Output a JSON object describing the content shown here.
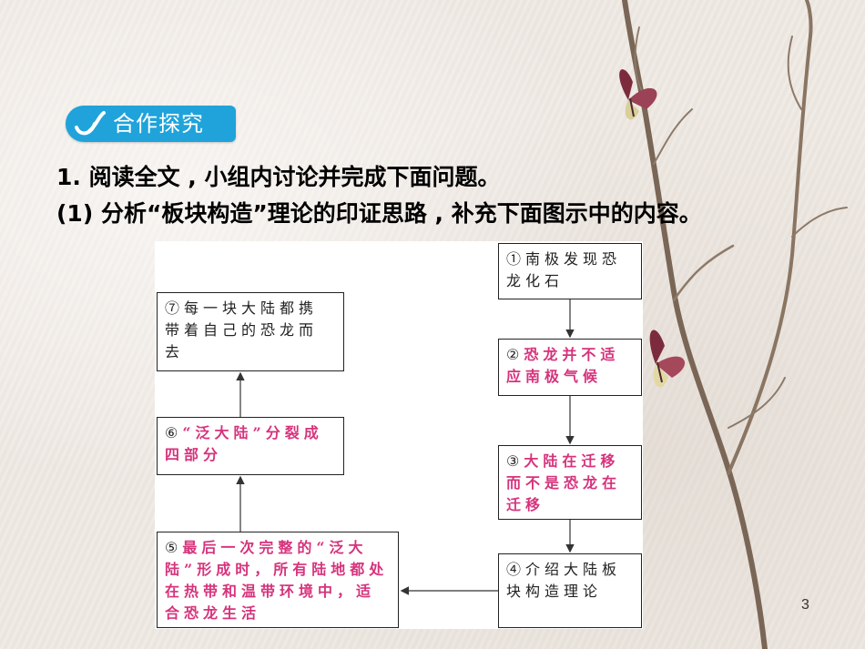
{
  "section_tag": {
    "label": "合作探究",
    "icon": "swoosh-icon",
    "color": "#1fa3da"
  },
  "question": {
    "line1": "1. 阅读全文 , 小组内讨论并完成下面问题。",
    "line2": "(1) 分析“板块构造”理论的印证思路 , 补充下面图示中的内容。"
  },
  "diagram": {
    "answer_color": "#d6337c",
    "boxes": [
      {
        "num": "①",
        "given": "南极发现恐龙化石",
        "answer": ""
      },
      {
        "num": "②",
        "given": "",
        "answer": "恐龙并不适应南极气候"
      },
      {
        "num": "③",
        "given": "",
        "answer": "大陆在迁移而不是恐龙在迁移"
      },
      {
        "num": "④",
        "given": "介绍大陆板块构造理论",
        "answer": ""
      },
      {
        "num": "⑤",
        "given": "",
        "answer": "最后一次完整的“泛大陆”形成时，所有陆地都处在热带和温带环境中，适合恐龙生活"
      },
      {
        "num": "⑥",
        "given": "",
        "answer": "“泛大陆”分裂成四部分"
      },
      {
        "num": "⑦",
        "given": "每一块大陆都携带着自己的恐龙而去",
        "answer": ""
      }
    ]
  },
  "page_number": "3"
}
